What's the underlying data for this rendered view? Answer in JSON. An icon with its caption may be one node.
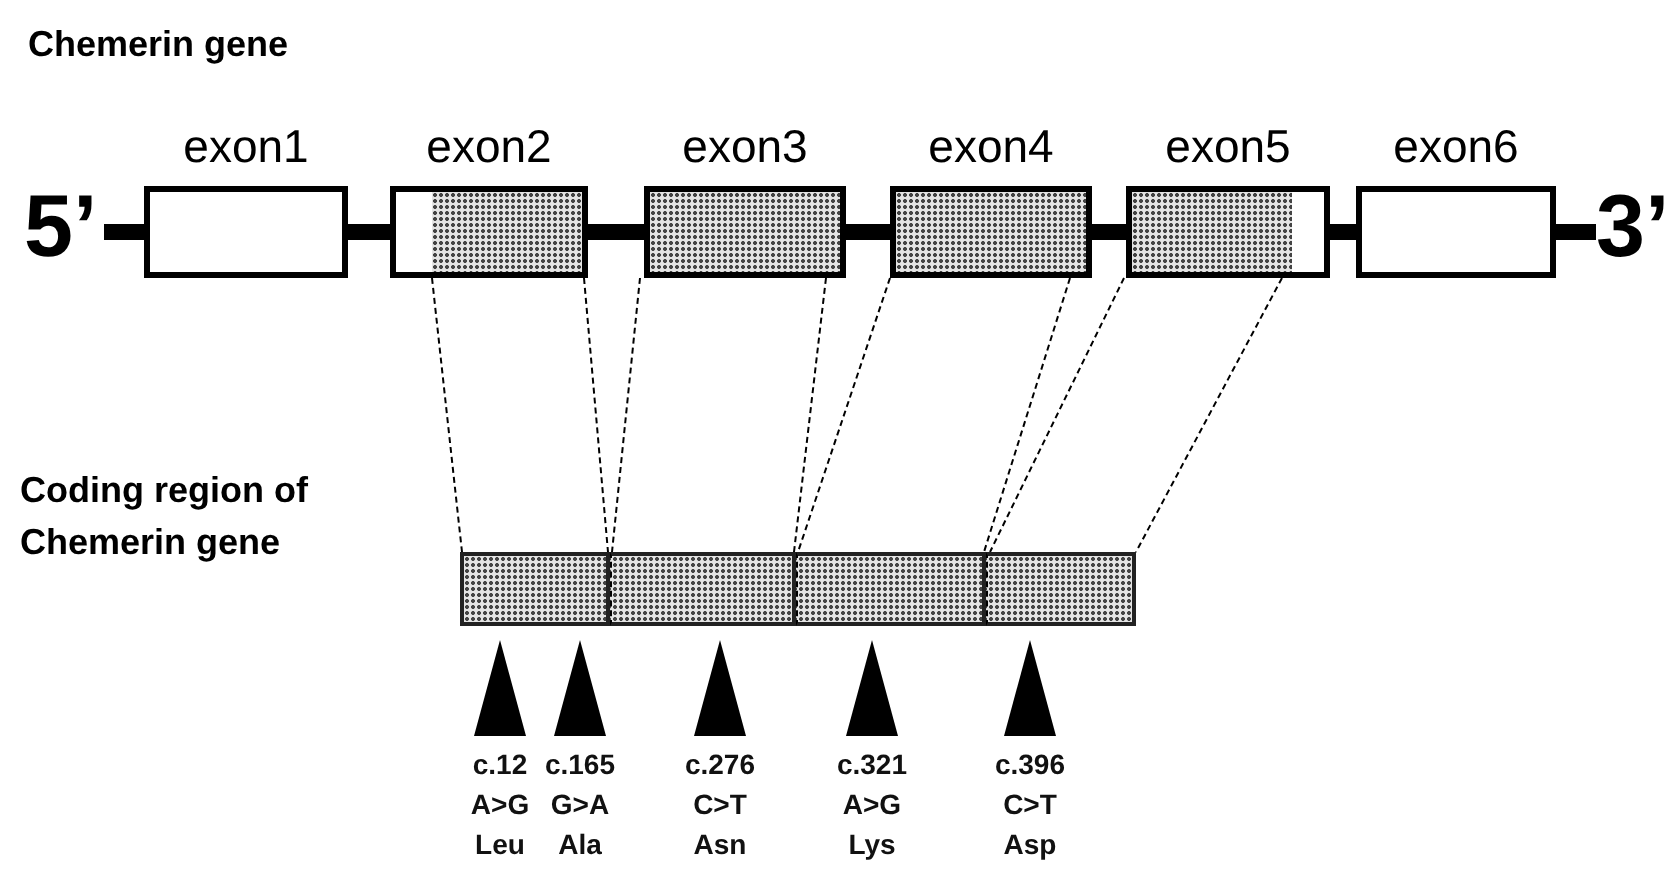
{
  "diagram": {
    "title": "Chemerin gene",
    "nodes": [
      {
        "text": [
          "exon1"
        ]
      },
      {
        "text": [
          "exon2"
        ]
      },
      {
        "text": [
          "exon3"
        ]
      },
      {
        "text": [
          "exon4"
        ]
      },
      {
        "text": [
          "exon5"
        ]
      },
      {
        "text": [
          "exon6"
        ]
      },
      {
        "text": [],
        "shape": "box"
      },
      {
        "text": [],
        "shape": "box"
      },
      {
        "text": [],
        "shape": "box"
      },
      {
        "text": [],
        "shape": "box"
      },
      {
        "text": [
          "c.12 A>G Leu"
        ]
      },
      {
        "text": [
          "c.165 G>A Ala"
        ]
      },
      {
        "text": [
          "c.276 C>T Asn"
        ]
      },
      {
        "text": [
          "c.321 A>G Lys"
        ]
      },
      {
        "text": [
          "c.396 C>T Asp"
        ]
      }
    ],
    "edges": [
      {
        "from": 0,
        "to": 1,
        "arrow": "none",
        "style": "thick"
      },
      {
        "from": 1,
        "to": 2,
        "arrow": "none",
        "style": "thick"
      },
      {
        "from": 2,
        "to": 3,
        "arrow": "none",
        "style": "thick"
      },
      {
        "from": 3,
        "to": 4,
        "arrow": "none",
        "style": "thick"
      },
      {
        "from": 4,
        "to": 5,
        "arrow": "none",
        "style": "thick"
      },
      {
        "from": 1,
        "to": 6,
        "arrow": "none",
        "style": "dashed"
      },
      {
        "from": 1,
        "to": 6,
        "arrow": "none",
        "style": "dashed"
      },
      {
        "from": 2,
        "to": 7,
        "arrow": "none",
        "style": "dashed"
      },
      {
        "from": 2,
        "to": 7,
        "arrow": "none",
        "style": "dashed"
      },
      {
        "from": 3,
        "to": 8,
        "arrow": "none",
        "style": "dashed"
      },
      {
        "from": 3,
        "to": 8,
        "arrow": "none",
        "style": "dashed"
      },
      {
        "from": 4,
        "to": 9,
        "arrow": "none",
        "style": "dashed"
      },
      {
        "from": 4,
        "to": 9,
        "arrow": "none",
        "style": "dashed"
      }
    ],
    "labels": [
      "5’",
      "3’",
      "Coding region of Chemerin gene"
    ]
  }
}
